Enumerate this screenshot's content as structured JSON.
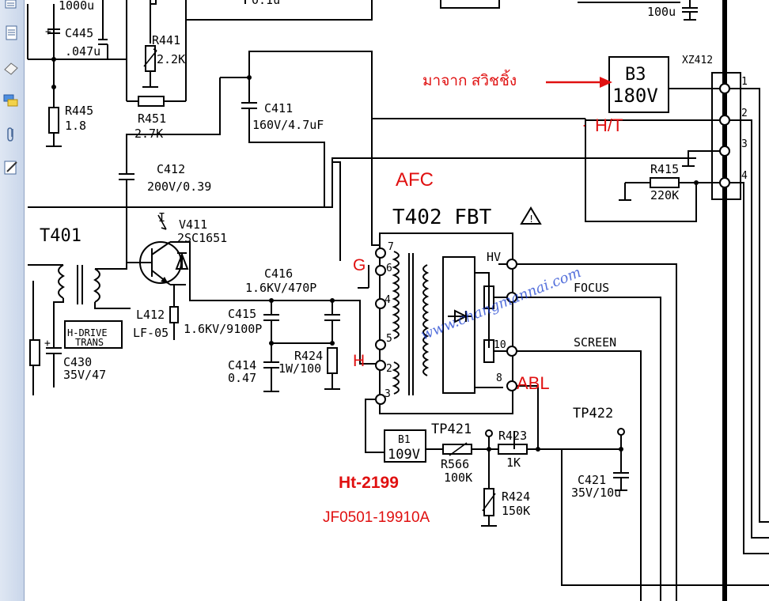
{
  "sidebar": {
    "icons": [
      "pages-icon",
      "document-icon",
      "eraser-icon",
      "comments-icon",
      "attachment-icon",
      "signature-icon"
    ]
  },
  "colors": {
    "annotation": "#e01010",
    "wire": "#000000",
    "watermark": "#1a3fd0"
  },
  "components": {
    "c_top1": "1000u",
    "c_top2": "100u",
    "c445_name": "C445",
    "c445_val": ".047u",
    "r441_name": "R441",
    "r441_val": "2.2K",
    "r445_name": "R445",
    "r445_val": "1.8",
    "r451_name": "R451",
    "r451_val": "2.7K",
    "c411_name": "C411",
    "c411_val": "160V/4.7uF",
    "c412_name": "C412",
    "c412_val": "200V/0.39",
    "t401": "T401",
    "v411_name": "V411",
    "v411_val": "2SC1651",
    "l412_name": "L412",
    "l412_val": "LF-05",
    "hdrive_1": "H-DRIVE",
    "hdrive_2": "TRANS",
    "c430_name": "C430",
    "c430_val": "35V/47",
    "c416_name": "C416",
    "c416_val": "1.6KV/470P",
    "c415_name": "C415",
    "c415_val": "1.6KV/9100P",
    "c414_name": "C414",
    "c414_val": "0.47",
    "r424a_name": "R424",
    "r424a_val": "1W/100",
    "t402": "T402 FBT",
    "b3_name": "B3",
    "b3_val": "180V",
    "xz412": "XZ412",
    "r415_name": "R415",
    "r415_val": "220K",
    "b1_name": "B1",
    "b1_val": "109V",
    "tp421": "TP421",
    "r566_name": "R566",
    "r566_val": "100K",
    "r423_name": "R423",
    "r423_val": "1K",
    "r424b_name": "R424",
    "r424b_val": "150K",
    "tp422": "TP422",
    "c421_name": "C421",
    "c421_val": "35V/10u",
    "hv": "HV",
    "focus": "FOCUS",
    "screen": "SCREEN"
  },
  "pins": {
    "fbt": [
      "7",
      "6",
      "4",
      "5",
      "2",
      "3",
      "10",
      "8"
    ],
    "connector": [
      "1",
      "2",
      "3",
      "4"
    ]
  },
  "annotations": {
    "from_switching": "มาจาก สวิชชิ้ง",
    "ht": "H/T",
    "afc": "AFC",
    "g": "G",
    "h": "H",
    "abl": "ABL",
    "model": "Ht-2199",
    "part_number": "JF0501-19910A"
  },
  "watermark": "www.changmannai.com"
}
